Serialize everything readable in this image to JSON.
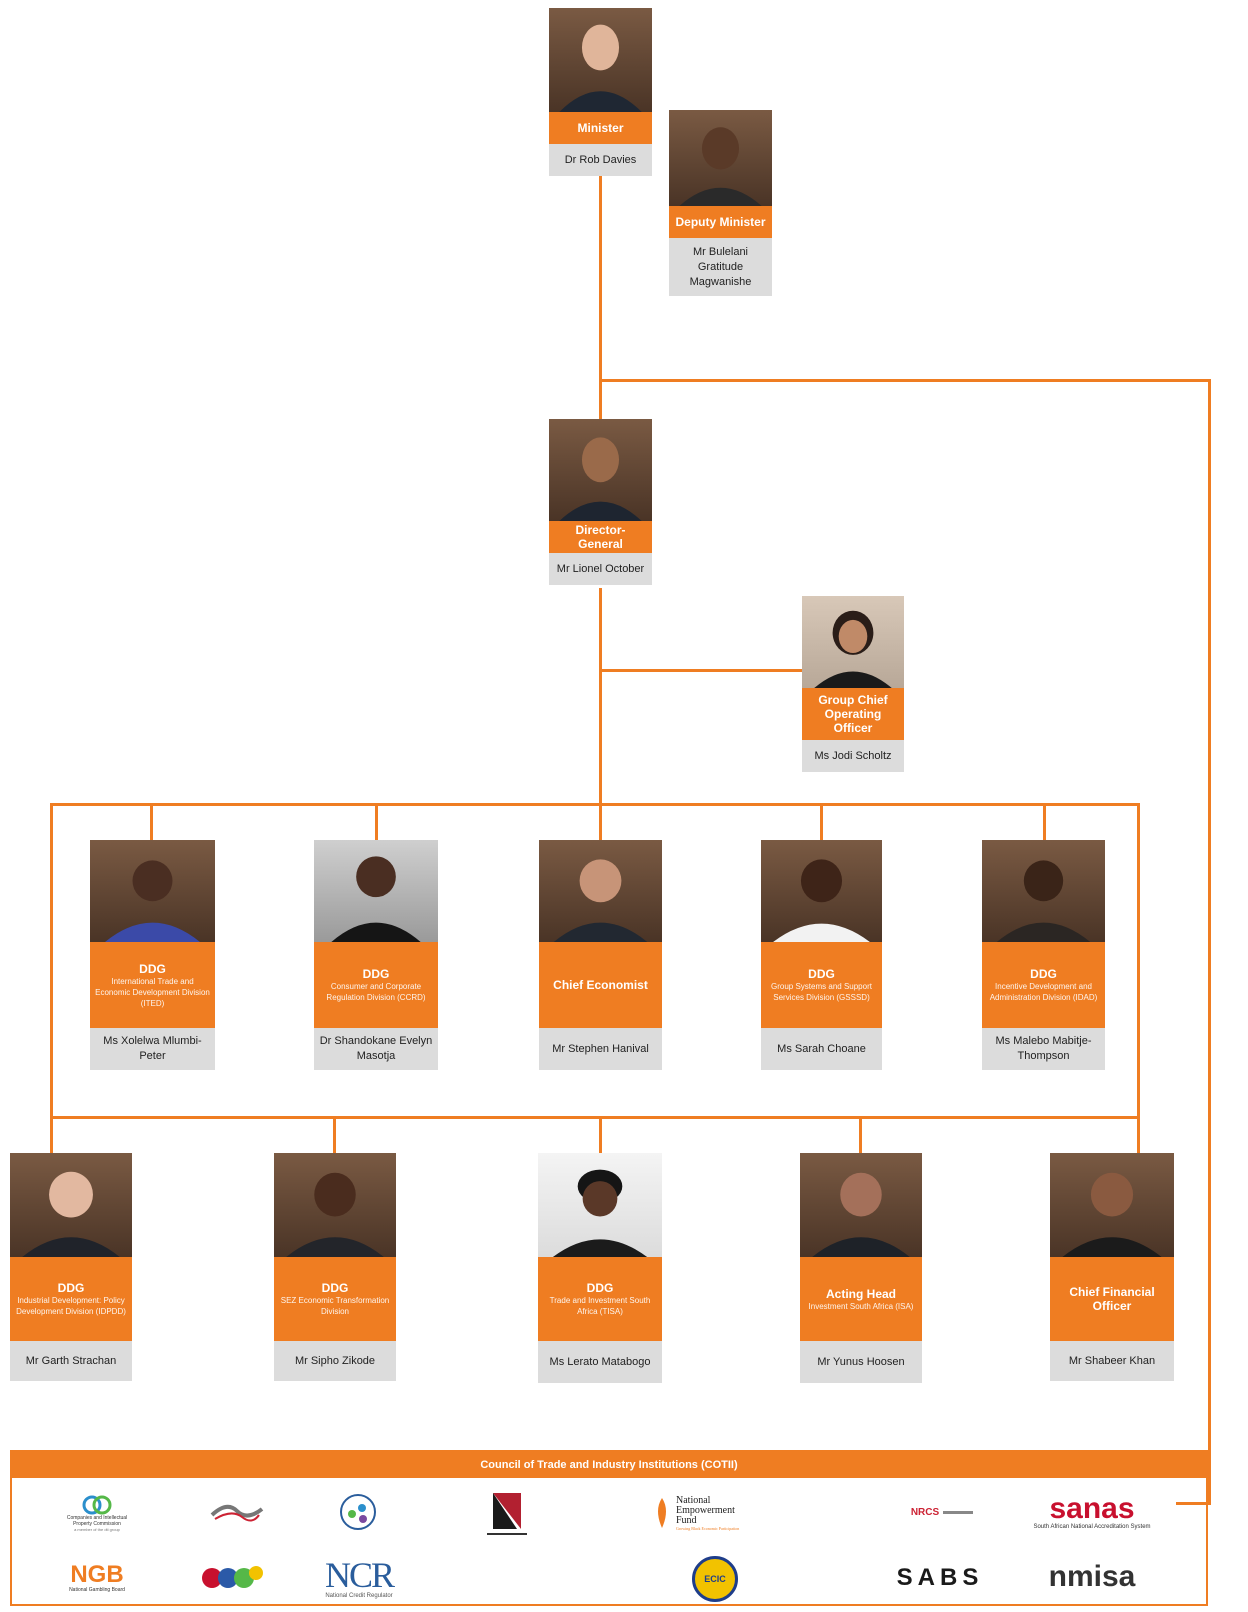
{
  "minister": {
    "role": "Minister",
    "name": "Dr Rob Davies"
  },
  "deputy_minister": {
    "role": "Deputy Minister",
    "name": "Mr Bulelani Gratitude Magwanishe"
  },
  "director_general": {
    "role": "Director- General",
    "name": "Mr Lionel October"
  },
  "gcoo": {
    "role": "Group Chief Operating Officer",
    "name": "Ms Jodi Scholtz"
  },
  "row1": [
    {
      "role": "DDG",
      "sub": "International Trade and Economic Development Division (ITED)",
      "name": "Ms Xolelwa Mlumbi-Peter"
    },
    {
      "role": "DDG",
      "sub": "Consumer and Corporate Regulation Division (CCRD)",
      "name": "Dr Shandokane Evelyn Masotja"
    },
    {
      "role": "Chief Economist",
      "sub": "",
      "name": "Mr Stephen Hanival"
    },
    {
      "role": "DDG",
      "sub": "Group Systems and Support Services Division (GSSSD)",
      "name": "Ms Sarah Choane"
    },
    {
      "role": "DDG",
      "sub": "Incentive Development and Administration Division (IDAD)",
      "name": "Ms Malebo Mabitje-Thompson"
    }
  ],
  "row2": [
    {
      "role": "DDG",
      "sub": "Industrial Development: Policy Development Division (IDPDD)",
      "name": "Mr Garth Strachan"
    },
    {
      "role": "DDG",
      "sub": "SEZ Economic Transformation Division",
      "name": "Mr Sipho Zikode"
    },
    {
      "role": "DDG",
      "sub": "Trade and Investment South Africa (TISA)",
      "name": "Ms Lerato Matabogo"
    },
    {
      "role": "Acting Head",
      "sub": "Investment South Africa (ISA)",
      "name": "Mr Yunus Hoosen"
    },
    {
      "role": "Chief Financial Officer",
      "sub": "",
      "name": "Mr Shabeer Khan"
    }
  ],
  "cotii": {
    "title": "Council of Trade and Industry Institutions (COTII)",
    "logos": {
      "cipc": "Companies and Intellectual Property Commission",
      "cipc_sub": "a member of the dti group",
      "nef_line1": "National",
      "nef_line2": "Empowerment",
      "nef_line3": "Fund",
      "nef_tag": "Growing Black Economic Participation",
      "nrcs": "NRCS",
      "sanas": "sanas",
      "sanas_sub": "South African National Accreditation System",
      "ngb": "NGB",
      "ngb_sub": "National Gambling Board",
      "ncr": "NCR",
      "ncr_sub": "National Credit Regulator",
      "ecic": "ECIC",
      "sabs": "SABS",
      "nmisa": "nmisa"
    }
  },
  "colors": {
    "accent": "#ef7d22",
    "name_bg": "#dcdcdc"
  }
}
